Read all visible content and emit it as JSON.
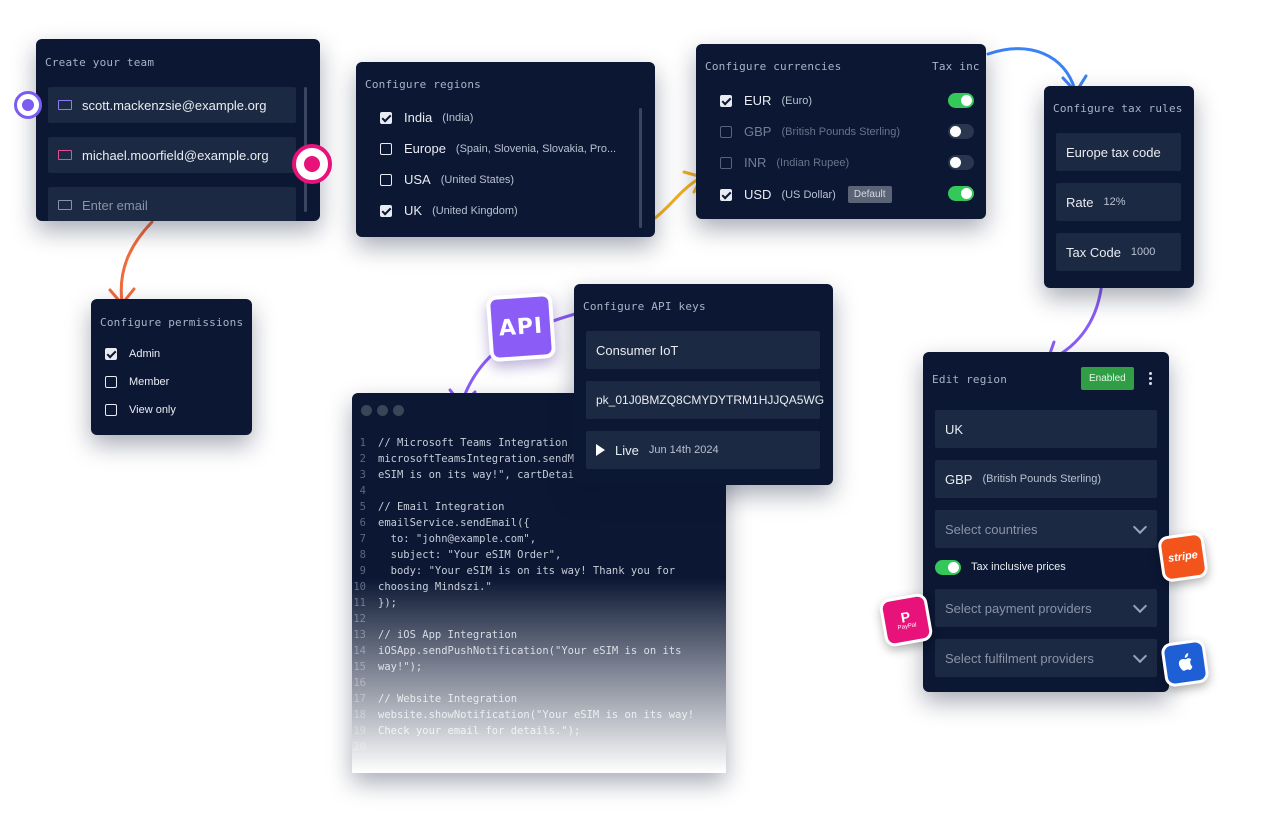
{
  "team": {
    "title": "Create your team",
    "emails": [
      "scott.mackenzsie@example.org",
      "michael.moorfield@example.org"
    ],
    "placeholder": "Enter email"
  },
  "permissions": {
    "title": "Configure permissions",
    "items": [
      {
        "label": "Admin",
        "checked": true
      },
      {
        "label": "Member",
        "checked": false
      },
      {
        "label": "View only",
        "checked": false
      }
    ]
  },
  "regions": {
    "title": "Configure regions",
    "items": [
      {
        "name": "India",
        "detail": "(India)",
        "checked": true
      },
      {
        "name": "Europe",
        "detail": "(Spain, Slovenia, Slovakia, Pro...",
        "checked": false
      },
      {
        "name": "USA",
        "detail": "(United States)",
        "checked": false
      },
      {
        "name": "UK",
        "detail": "(United Kingdom)",
        "checked": true
      }
    ]
  },
  "currencies": {
    "title": "Configure currencies",
    "column": "Tax inc",
    "default_label": "Default",
    "items": [
      {
        "code": "EUR",
        "name": "(Euro)",
        "checked": true,
        "tax": true
      },
      {
        "code": "GBP",
        "name": "(British Pounds Sterling)",
        "checked": false,
        "tax": false
      },
      {
        "code": "INR",
        "name": "(Indian Rupee)",
        "checked": false,
        "tax": false
      },
      {
        "code": "USD",
        "name": "(US Dollar)",
        "checked": true,
        "tax": true
      }
    ]
  },
  "tax": {
    "title": "Configure tax rules",
    "code_field": "Europe tax code",
    "rate_label": "Rate",
    "rate_value": "12%",
    "taxcode_label": "Tax Code",
    "taxcode_value": "1000"
  },
  "api": {
    "badge": "API",
    "title": "Configure API keys",
    "name": "Consumer IoT",
    "key": "pk_01J0BMZQ8CMYDYTRM1HJJQA5WG",
    "status": "Live",
    "date": "Jun 14th 2024"
  },
  "code": {
    "lines": [
      "// Microsoft Teams Integration",
      "microsoftTeamsIntegration.sendMessage(\"Your",
      "eSIM is on its way!\", cartDetails);",
      "",
      "// Email Integration",
      "emailService.sendEmail({",
      "  to: \"john@example.com\",",
      "  subject: \"Your eSIM Order\",",
      "  body: \"Your eSIM is on its way! Thank you for",
      "choosing Mindszi.\"",
      "});",
      "",
      "// iOS App Integration",
      "iOSApp.sendPushNotification(\"Your eSIM is on its",
      "way!\");",
      "",
      "// Website Integration",
      "website.showNotification(\"Your eSIM is on its way!",
      "Check your email for details.\");",
      ""
    ]
  },
  "edit_region": {
    "title": "Edit region",
    "status": "Enabled",
    "region": "UK",
    "currency": "GBP",
    "currency_name": "(British Pounds Sterling)",
    "countries_placeholder": "Select countries",
    "tax_toggle_label": "Tax inclusive prices",
    "tax_toggle_on": true,
    "payment_placeholder": "Select payment providers",
    "fulfilment_placeholder": "Select fulfilment providers"
  },
  "logos": {
    "stripe": "stripe",
    "paypal": "PayPal"
  },
  "colors": {
    "card": "#0b1733",
    "field": "#1c2942",
    "accent_green": "#34c759",
    "api_purple": "#8b5cf6",
    "stripe_orange": "#f2541b",
    "paypal_pink": "#e8137a",
    "apple_blue": "#1f5fd6"
  }
}
